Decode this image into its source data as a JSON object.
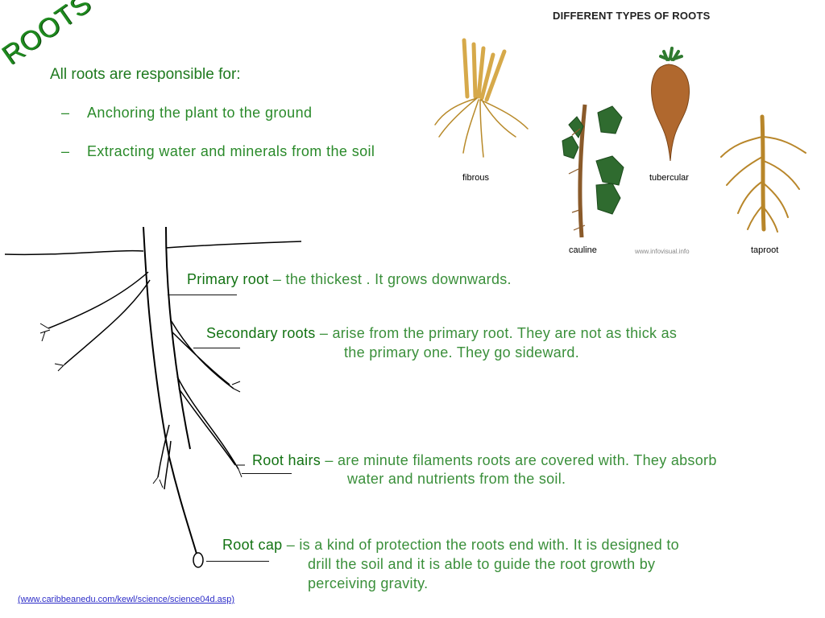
{
  "slide": {
    "title": "ROOTS",
    "intro": "All roots are responsible for:",
    "bullets": [
      "Anchoring the plant to the ground",
      "Extracting water and minerals from the soil"
    ],
    "bullet_marker": "–",
    "image_heading": "DIFFERENT TYPES OF ROOTS",
    "root_types": [
      "fibrous",
      "tubercular",
      "cauline",
      "taproot"
    ],
    "image_credit": "www.infovisual.info",
    "definitions": [
      {
        "term": "Primary root",
        "sep": " – ",
        "lines": [
          "the thickest . It grows downwards."
        ]
      },
      {
        "term": "Secondary roots",
        "sep": " – ",
        "lines": [
          "arise from the primary root. They are not as thick as",
          "the primary one. They go sideward."
        ]
      },
      {
        "term": "Root hairs",
        "sep": " – ",
        "lines": [
          "are minute filaments roots are covered with. They absorb",
          "water and nutrients from the soil."
        ]
      },
      {
        "term": "Root cap",
        "sep": " – ",
        "lines": [
          "is a kind of protection the roots end with. It is designed to",
          "drill the soil and it is able to guide the root growth by",
          "perceiving gravity."
        ]
      }
    ],
    "source": "(www.caribbeanedu.com/kewl/science/science04d.asp)"
  },
  "colors": {
    "title": "#1f8a1f",
    "text": "#3a8f3a",
    "term": "#127212",
    "link": "#2d2dc8"
  }
}
